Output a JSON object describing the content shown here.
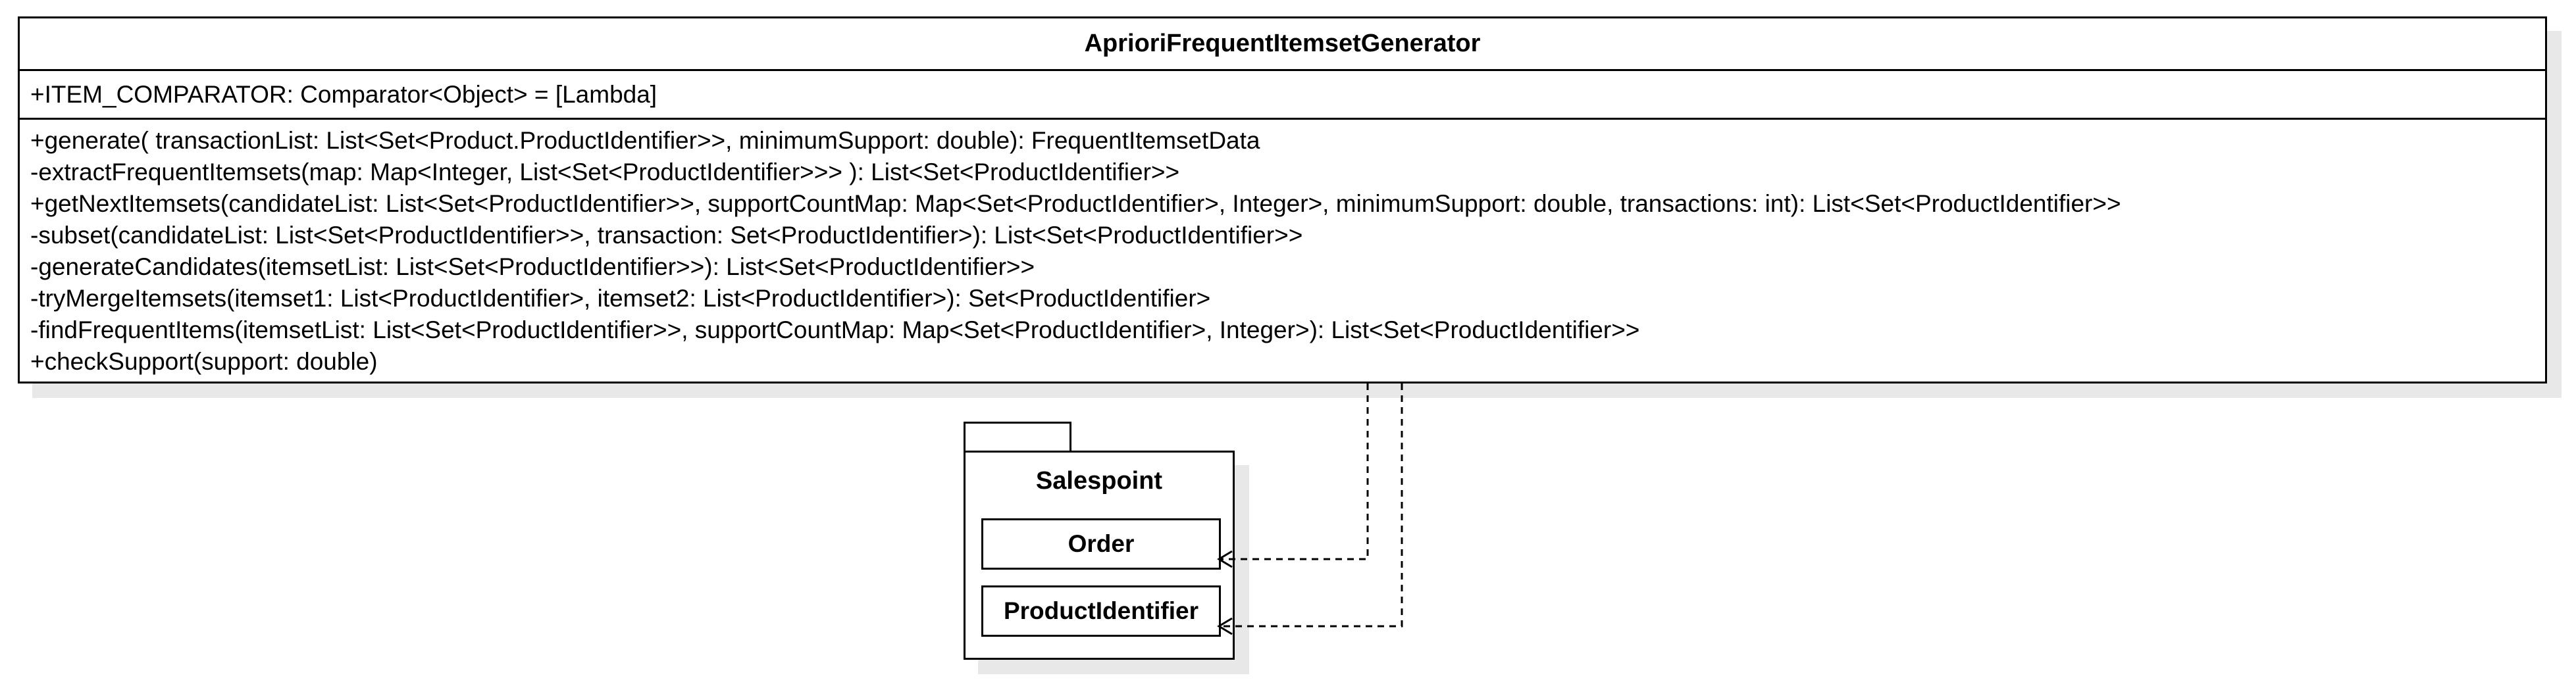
{
  "class": {
    "name": "AprioriFrequentItemsetGenerator",
    "attributes": [
      "+ITEM_COMPARATOR: Comparator<Object> = [Lambda]"
    ],
    "operations": [
      "+generate( transactionList: List<Set<Product.ProductIdentifier>>, minimumSupport: double): FrequentItemsetData",
      "-extractFrequentItemsets(map: Map<Integer, List<Set<ProductIdentifier>>> ): List<Set<ProductIdentifier>>",
      "+getNextItemsets(candidateList: List<Set<ProductIdentifier>>, supportCountMap: Map<Set<ProductIdentifier>, Integer>, minimumSupport: double, transactions: int): List<Set<ProductIdentifier>>",
      "-subset(candidateList: List<Set<ProductIdentifier>>, transaction: Set<ProductIdentifier>): List<Set<ProductIdentifier>>",
      "-generateCandidates(itemsetList: List<Set<ProductIdentifier>>): List<Set<ProductIdentifier>>",
      "-tryMergeItemsets(itemset1: List<ProductIdentifier>, itemset2: List<ProductIdentifier>): Set<ProductIdentifier>",
      "-findFrequentItems(itemsetList: List<Set<ProductIdentifier>>, supportCountMap: Map<Set<ProductIdentifier>, Integer>): List<Set<ProductIdentifier>>",
      "+checkSupport(support: double)"
    ]
  },
  "package": {
    "name": "Salespoint",
    "classes": [
      "Order",
      "ProductIdentifier"
    ]
  }
}
